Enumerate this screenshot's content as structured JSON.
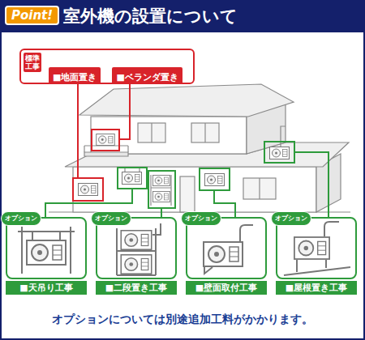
{
  "diagram": {
    "title": "室外機の設置について",
    "caption": "オプションについては別途追加工料がかかります。",
    "nodes": [
      {
        "text": [
          "標準工事"
        ]
      },
      {
        "text": [
          "■地面置き"
        ],
        "in": 0
      },
      {
        "text": [
          "■ベランダ置き"
        ],
        "in": 0
      },
      {
        "text": [
          "オプション",
          "■天吊り工事"
        ]
      },
      {
        "text": [
          "オプション",
          "■二段置き工事"
        ]
      },
      {
        "text": [
          "オプション",
          "■壁面取付工事"
        ]
      },
      {
        "text": [
          "オプション",
          "■屋根置き工事"
        ]
      }
    ],
    "labels": [
      "Point!"
    ]
  }
}
